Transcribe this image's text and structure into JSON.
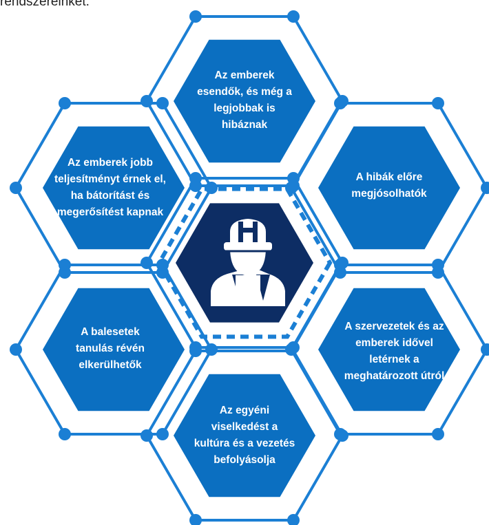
{
  "header": {
    "cut_text": "rendszereinket."
  },
  "colors": {
    "hex_fill": "#0b6fc1",
    "frame": "#1b7fd4",
    "center_fill": "#0d2d64",
    "dashes": "#1b7fd4",
    "text": "#ffffff"
  },
  "center": {
    "icon": "construction-worker-icon"
  },
  "hexagons": [
    {
      "id": "top",
      "label": "Az emberek esendők, és még a legjobbak is hibáznak"
    },
    {
      "id": "upper-left",
      "label": "Az emberek jobb teljesítményt érnek el, ha bátorítást és megerősítést kapnak"
    },
    {
      "id": "upper-right",
      "label": "A hibák előre megjósolhatók"
    },
    {
      "id": "lower-left",
      "label": "A balesetek tanulás révén elkerülhetők"
    },
    {
      "id": "lower-right",
      "label": "A szervezetek és az emberek idővel letérnek a meghatározott útról"
    },
    {
      "id": "bottom",
      "label": "Az egyéni viselkedést a kultúra és a vezetés befolyásolja"
    }
  ]
}
